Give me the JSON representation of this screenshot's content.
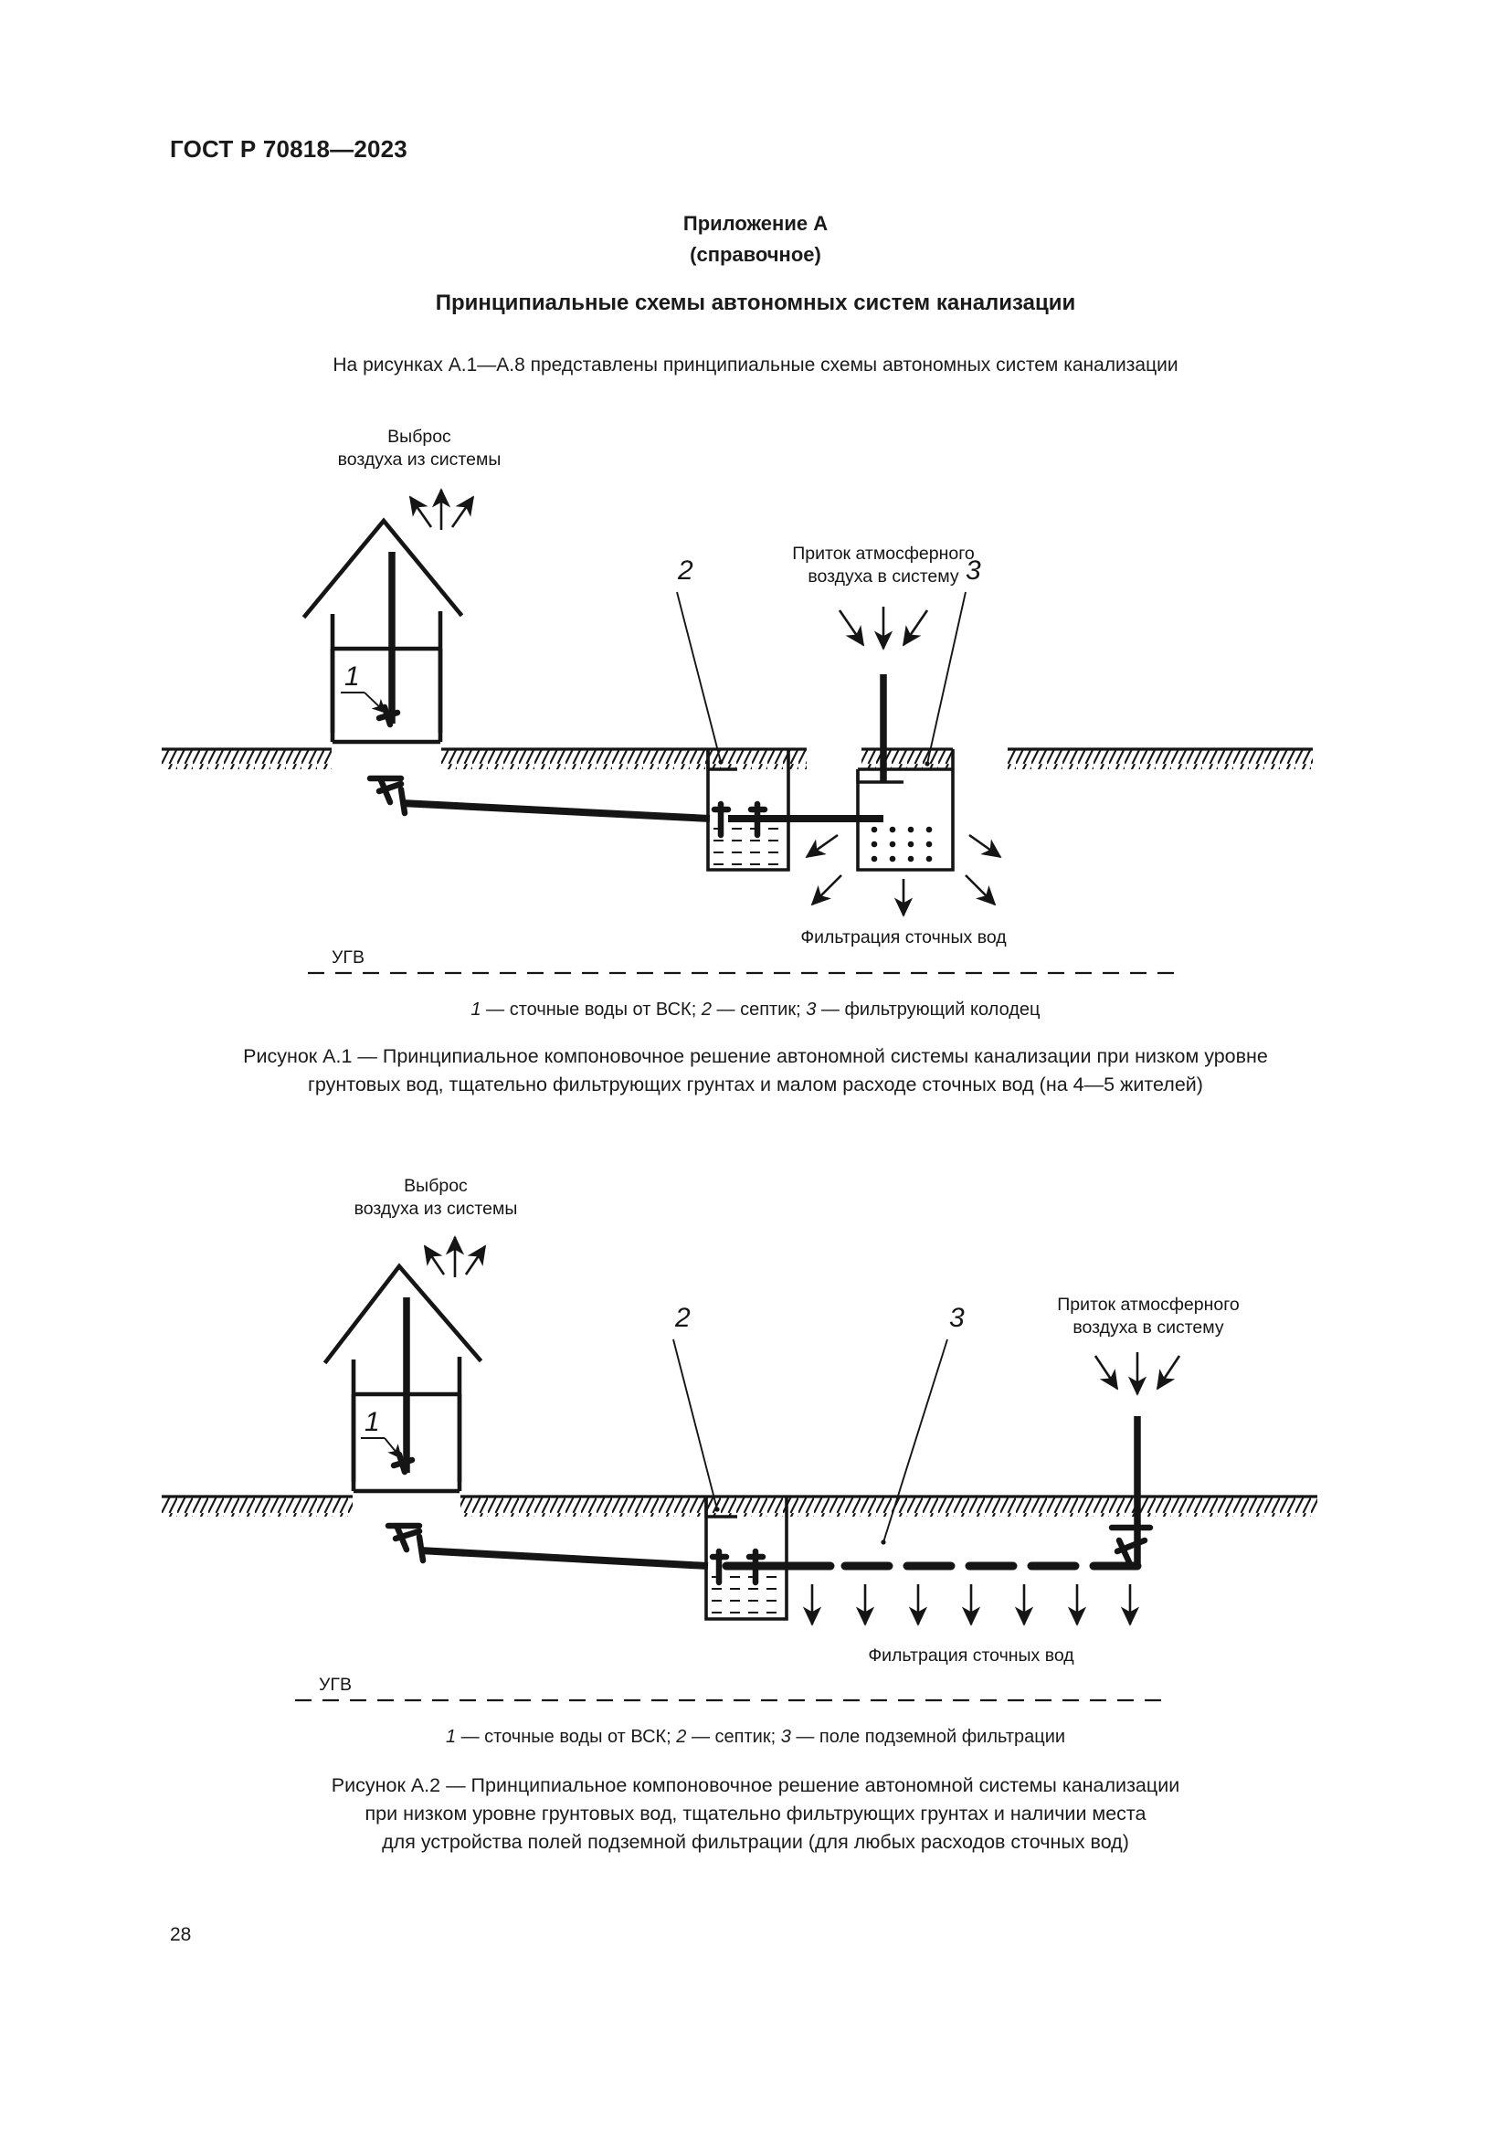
{
  "document": {
    "header": "ГОСТ Р 70818—2023",
    "page_number": "28"
  },
  "appendix": {
    "title": "Приложение А",
    "subtitle": "(справочное)",
    "section_title": "Принципиальные схемы автономных систем канализации",
    "intro": "На рисунках А.1—А.8 представлены принципиальные схемы автономных систем канализации"
  },
  "figure1": {
    "labels": {
      "exhaust_line1": "Выброс",
      "exhaust_line2": "воздуха из системы",
      "inflow_line1": "Приток атмосферного",
      "inflow_line2": "воздуха в систему",
      "filtration": "Фильтрация сточных вод",
      "groundwater": "УГВ",
      "index_1": "1",
      "index_2": "2",
      "index_3": "3"
    },
    "legend": {
      "item1_num": "1",
      "item1_text": " — сточные воды от ВСК; ",
      "item2_num": "2",
      "item2_text": " — септик; ",
      "item3_num": "3",
      "item3_text": " — фильтрующий колодец"
    },
    "caption_line1": "Рисунок А.1 — Принципиальное компоновочное решение автономной системы канализации при низком уровне",
    "caption_line2": "грунтовых вод, тщательно фильтрующих грунтах и малом расходе сточных вод (на 4—5 жителей)"
  },
  "figure2": {
    "labels": {
      "exhaust_line1": "Выброс",
      "exhaust_line2": "воздуха из системы",
      "inflow_line1": "Приток атмосферного",
      "inflow_line2": "воздуха в систему",
      "filtration": "Фильтрация сточных вод",
      "groundwater": "УГВ",
      "index_1": "1",
      "index_2": "2",
      "index_3": "3"
    },
    "legend": {
      "item1_num": "1",
      "item1_text": " — сточные воды от ВСК; ",
      "item2_num": "2",
      "item2_text": " — септик; ",
      "item3_num": "3",
      "item3_text": " — поле подземной фильтрации"
    },
    "caption_line1": "Рисунок А.2 — Принципиальное компоновочное решение автономной системы канализации",
    "caption_line2": "при низком уровне грунтовых вод, тщательно фильтрующих грунтах и наличии места",
    "caption_line3": "для устройства полей подземной фильтрации (для любых расходов сточных вод)"
  },
  "colors": {
    "ink": "#151515",
    "paper": "#ffffff"
  }
}
